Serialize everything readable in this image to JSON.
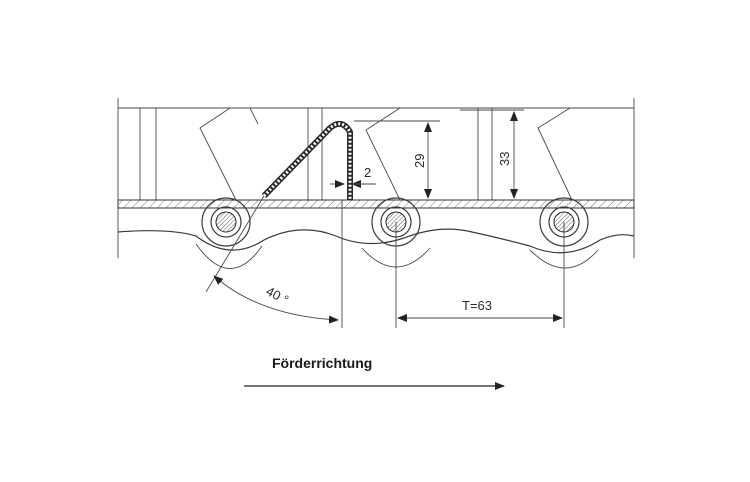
{
  "dimensions": {
    "thickness": "2",
    "height_inner": "29",
    "height_outer": "33",
    "angle": "40 °",
    "pitch": "T=63"
  },
  "direction": {
    "label": "Förderrichtung"
  }
}
